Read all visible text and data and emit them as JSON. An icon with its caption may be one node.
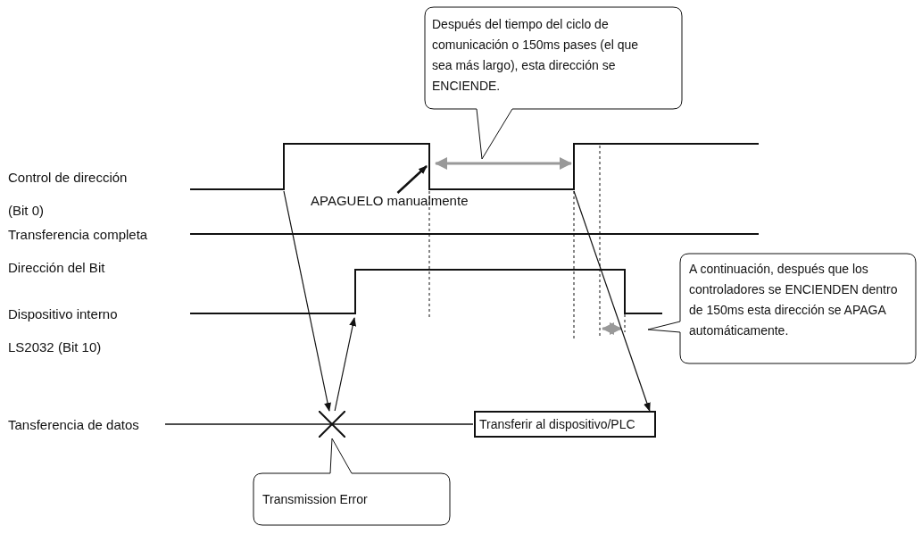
{
  "diagram": {
    "nodes": [
      {
        "text": [
          "Después del tiempo del ciclo de comunicación o 150ms pases (el que sea más largo), esta dirección se ENCIENDE."
        ]
      },
      {
        "text": [
          "APAGUELO manualmente"
        ]
      },
      {
        "text": [
          "A continuación, después que los controladores se ENCIENDEN dentro de 150ms esta dirección se APAGA automáticamente."
        ]
      },
      {
        "text": [
          "Transmission Error"
        ]
      },
      {
        "text": [
          "Transferir al dispositivo/PLC"
        ]
      },
      {
        "text": [],
        "shape": "cross"
      }
    ],
    "edges": [
      {
        "from": null,
        "to": 5,
        "arrow": "to"
      },
      {
        "from": 5,
        "to": null,
        "arrow": "to"
      },
      {
        "from": null,
        "to": 4,
        "arrow": "to"
      },
      {
        "from": 1,
        "to": null,
        "arrow": "to"
      }
    ],
    "labels": [
      "Control de dirección (Bit 0)",
      "Transferencia completa Dirección del Bit",
      "Dispositivo interno LS2032 (Bit 10)",
      "Tansferencia de datos"
    ]
  }
}
